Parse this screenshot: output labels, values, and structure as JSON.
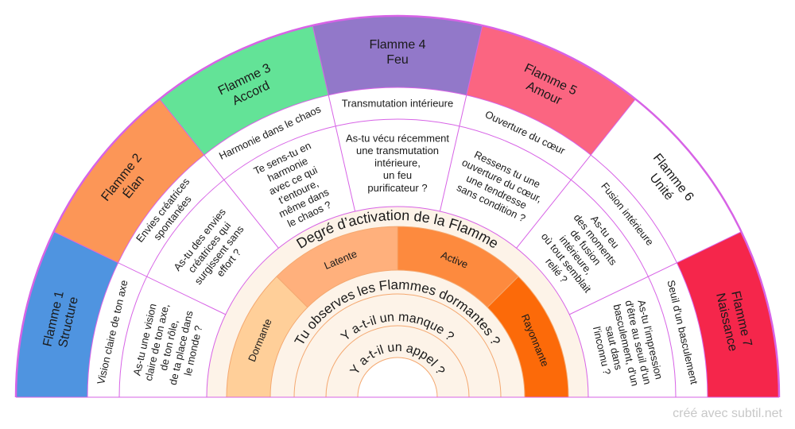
{
  "flames": [
    {
      "name": "Flamme 1",
      "subtitle": "Structure",
      "color": "#4f94e0",
      "keyword": "Vision claire de ton axe",
      "question": "As-tu une vision claire de ton axe, de ton rôle, de ta place dans le monde ?"
    },
    {
      "name": "Flamme 2",
      "subtitle": "Élan",
      "color": "#fc9657",
      "keyword": "Envies créatrices spontanées",
      "question": "As-tu des envies créatrices qui surgissent sans effort ?"
    },
    {
      "name": "Flamme 3",
      "subtitle": "Accord",
      "color": "#63e397",
      "keyword": "Harmonie dans le chaos",
      "question": "Te sens-tu en harmonie avec ce qui t'entoure, même dans le chaos ?"
    },
    {
      "name": "Flamme 4",
      "subtitle": "Feu",
      "color": "#9278c9",
      "keyword": "Transmutation intérieure",
      "question": "As-tu vécu récemment une transmutation intérieure, un feu purificateur ?"
    },
    {
      "name": "Flamme 5",
      "subtitle": "Amour",
      "color": "#fb6581",
      "keyword": "Ouverture du cœur",
      "question": "Ressens tu une ouverture du cœur, une tendresse sans condition ?"
    },
    {
      "name": "Flamme 6",
      "subtitle": "Unité",
      "color": "#ffffff",
      "keyword": "Fusion intérieure",
      "question": "As-tu eu des moments de fusion intérieure, où tout semblait relié ?"
    },
    {
      "name": "Flamme 7",
      "subtitle": "Naissance",
      "color": "#f5264b",
      "keyword": "Seuil d'un basculement",
      "question": "As-tu l'impression d'être au seuil d'un basculement, d'un saut dans l'inconnu ?"
    }
  ],
  "activation": {
    "title": "Degré d’activation de la Flamme",
    "levels": [
      {
        "label": "Dormante",
        "color": "#ffcf99"
      },
      {
        "label": "Latente",
        "color": "#ffb07c"
      },
      {
        "label": "Active",
        "color": "#fd8a3e"
      },
      {
        "label": "Rayonnante",
        "color": "#fc6a09"
      }
    ]
  },
  "center_questions": [
    "Tu observes les Flammes dormantes ?",
    "Y a-t-il un manque ?",
    "Y a-t-il un appel ?"
  ],
  "credit": "créé avec subtil.net"
}
